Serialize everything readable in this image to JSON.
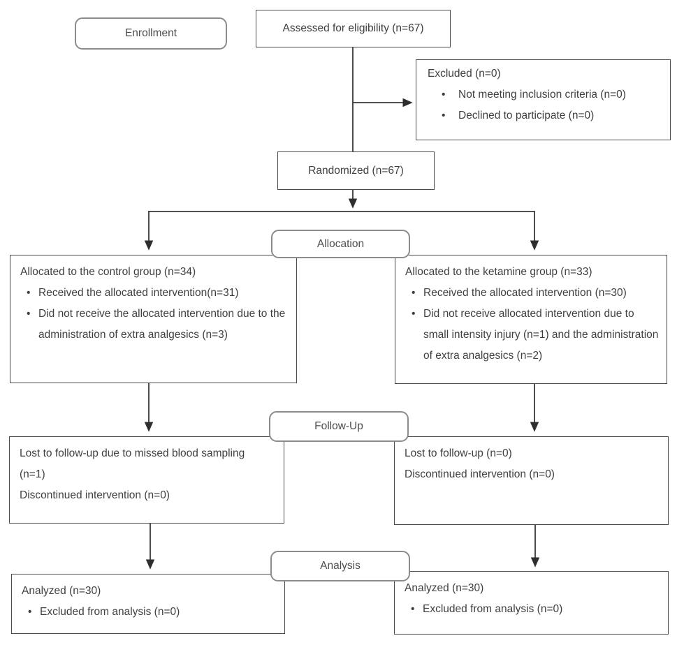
{
  "diagram": {
    "stage_labels": {
      "enrollment": "Enrollment",
      "allocation": "Allocation",
      "followup": "Follow-Up",
      "analysis": "Analysis"
    },
    "boxes": {
      "assessed": {
        "text": "Assessed for eligibility (n=67)"
      },
      "excluded": {
        "title": "Excluded (n=0)",
        "bullets": [
          "Not meeting inclusion criteria (n=0)",
          "Declined to participate (n=0)"
        ]
      },
      "randomized": {
        "text": "Randomized (n=67)"
      },
      "allocation_control": {
        "title": "Allocated to the control group (n=34)",
        "bullets": [
          "Received the allocated intervention(n=31)",
          "Did not receive the allocated intervention due to the administration of extra analgesics (n=3)"
        ]
      },
      "allocation_ketamine": {
        "title": "Allocated to the ketamine group (n=33)",
        "bullets": [
          "Received the allocated intervention (n=30)",
          "Did not receive allocated intervention due to small intensity injury (n=1) and the administration of extra analgesics (n=2)"
        ]
      },
      "followup_control": {
        "lines": [
          "Lost to follow-up due to missed blood sampling (n=1)",
          "Discontinued intervention (n=0)"
        ]
      },
      "followup_ketamine": {
        "lines": [
          "Lost to follow-up (n=0)",
          "Discontinued intervention (n=0)"
        ]
      },
      "analysis_control": {
        "title": "Analyzed (n=30)",
        "bullets": [
          "Excluded from analysis (n=0)"
        ]
      },
      "analysis_ketamine": {
        "title": "Analyzed (n=30)",
        "bullets": [
          "Excluded from analysis (n=0)"
        ]
      }
    },
    "colors": {
      "box_border": "#4a4a4a",
      "stage_border": "#8c8c8c",
      "text": "#3f3f3f",
      "arrow": "#2e2e2e",
      "background": "#ffffff"
    }
  }
}
